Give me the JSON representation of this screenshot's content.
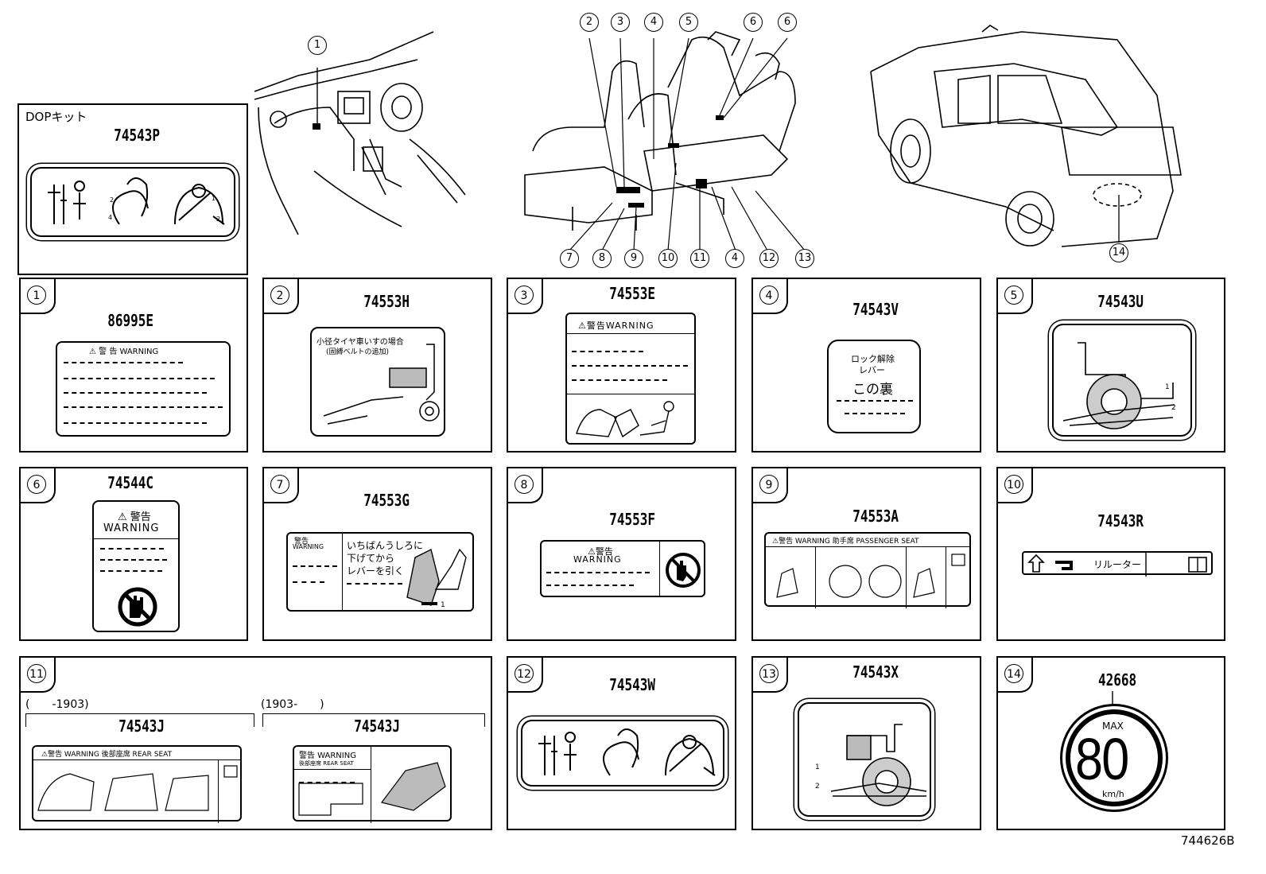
{
  "dop_kit": {
    "title": "DOPキット",
    "part": "74543P"
  },
  "overview": {
    "interior_callouts": [
      "1"
    ],
    "seat_top_callouts": [
      "2",
      "3",
      "4",
      "5",
      "6",
      "6"
    ],
    "seat_bottom_callouts": [
      "7",
      "8",
      "9",
      "10",
      "11",
      "4",
      "12",
      "13"
    ],
    "rear_callouts": [
      "14"
    ]
  },
  "cells": [
    {
      "num": "1",
      "part": "86995E",
      "label_texts": [
        "⚠ 警 告  WARNING"
      ]
    },
    {
      "num": "2",
      "part": "74553H",
      "label_texts": [
        "小径タイヤ車いすの場合",
        "(固縛ベルトの追加)"
      ]
    },
    {
      "num": "3",
      "part": "74553E",
      "label_texts": [
        "⚠警告WARNING"
      ]
    },
    {
      "num": "4",
      "part": "74543V",
      "label_texts": [
        "ロック解除",
        "レバー",
        "この裏"
      ]
    },
    {
      "num": "5",
      "part": "74543U",
      "label_texts": []
    },
    {
      "num": "6",
      "part": "74544C",
      "label_texts": [
        "⚠ 警告",
        "WARNING"
      ]
    },
    {
      "num": "7",
      "part": "74553G",
      "label_texts": [
        "警告",
        "WARNING",
        "いちばんうしろに",
        "下げてから",
        "レバーを引く"
      ]
    },
    {
      "num": "8",
      "part": "74553F",
      "label_texts": [
        "⚠警告",
        "WARNING"
      ]
    },
    {
      "num": "9",
      "part": "74553A",
      "label_texts": [
        "⚠警告  WARNING  助手席 PASSENGER  SEAT"
      ]
    },
    {
      "num": "10",
      "part": "74543R",
      "label_texts": [
        "リルーター"
      ]
    },
    {
      "num": "11",
      "date_left": "(　　-1903)",
      "date_right": "(1903-　　)",
      "part_left": "74543J",
      "part_right": "74543J",
      "left_label_text": "⚠警告  WARNING  後部座席  REAR  SEAT",
      "right_label_texts": [
        "警告 WARNING",
        "後部座席 REAR SEAT"
      ]
    },
    {
      "num": "12",
      "part": "74543W",
      "label_texts": []
    },
    {
      "num": "13",
      "part": "74543X",
      "label_texts": []
    },
    {
      "num": "14",
      "part": "42668",
      "label_texts": [
        "MAX",
        "80",
        "km/h"
      ]
    }
  ],
  "figure_code": "744626B"
}
